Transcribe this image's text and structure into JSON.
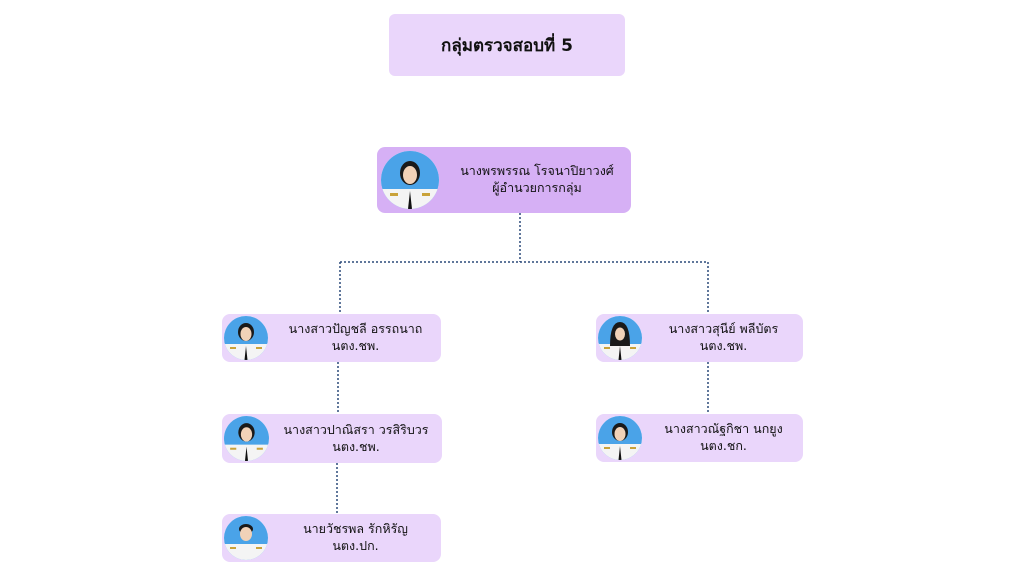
{
  "title": "กลุ่มตรวจสอบที่ 5",
  "colors": {
    "card": "#ead6fb",
    "head_card": "#d6b0f5",
    "connector": "#2b4a7a",
    "avatar_bg": "#4aa3e8"
  },
  "head": {
    "name": "นางพรพรรณ  โรจนาปิยาวงศ์",
    "position": "ผู้อำนวยการกลุ่ม"
  },
  "members": [
    {
      "name": "นางสาวปัญชลี  อรรถนาถ",
      "position": "นตง.ชพ."
    },
    {
      "name": "นางสาวปาณิสรา  วรสิริบวร",
      "position": "นตง.ชพ."
    },
    {
      "name": "นายวัชรพล  รักหิรัญ",
      "position": "นตง.ปก."
    },
    {
      "name": "นางสาวสุนีย์  พลีบัตร",
      "position": "นตง.ชพ."
    },
    {
      "name": "นางสาวณัฐกิชา  นกยูง",
      "position": "นตง.ชก."
    }
  ]
}
